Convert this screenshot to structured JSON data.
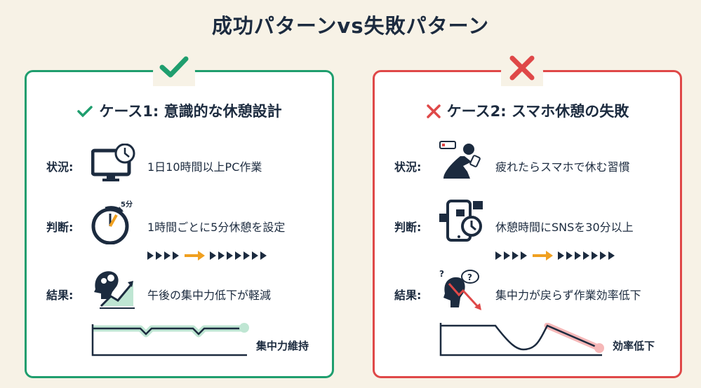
{
  "title": "成功パターンvs失敗パターン",
  "colors": {
    "success": "#1f9e6e",
    "fail": "#df4848",
    "accent": "#f0a020",
    "text": "#1c2b3f"
  },
  "cases": [
    {
      "heading": "ケース1: 意識的な休憩設計",
      "icon": "check-icon",
      "rows": [
        {
          "label": "状況:",
          "text": "1日10時間以上PC作業",
          "icon": "monitor-clock-icon"
        },
        {
          "label": "判断:",
          "text": "1時間ごとに5分休憩を設定",
          "icon": "stopwatch-icon",
          "icon_text": "5分"
        },
        {
          "label": "結果:",
          "text": "午後の集中力低下が軽減",
          "icon": "head-gears-chart-up-icon"
        }
      ],
      "graph_label": "集中力維持"
    },
    {
      "heading": "ケース2: スマホ休憩の失敗",
      "icon": "cross-icon",
      "rows": [
        {
          "label": "状況:",
          "text": "疲れたらスマホで休む習慣",
          "icon": "person-phone-low-battery-icon"
        },
        {
          "label": "判断:",
          "text": "休憩時間にSNSを30分以上",
          "icon": "phone-sns-clock-icon"
        },
        {
          "label": "結果:",
          "text": "集中力が戻らず作業効率低下",
          "icon": "head-confused-chart-down-icon"
        }
      ],
      "graph_label": "効率低下"
    }
  ]
}
